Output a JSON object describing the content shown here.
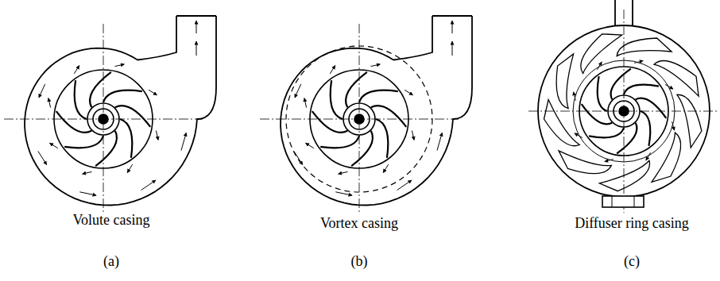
{
  "diagram": {
    "labels": [
      "Volute casing",
      "Vortex casing",
      "Diffuser ring casing",
      "(a)",
      "(b)",
      "(c)"
    ]
  }
}
